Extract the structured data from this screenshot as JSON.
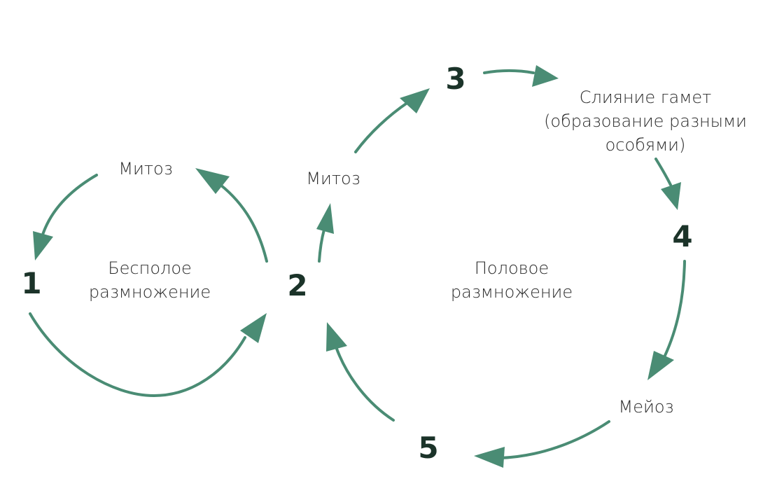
{
  "colors": {
    "arrow": "#4a8c74",
    "number": "#1b3329",
    "text": "#2a2a2a"
  },
  "nodes": {
    "n1": "1",
    "n2": "2",
    "n3": "3",
    "n4": "4",
    "n5": "5"
  },
  "labels": {
    "mitosis_asexual": "Митоз",
    "asexual_line1": "Бесполое",
    "asexual_line2": "размножение",
    "mitosis_sexual": "Митоз",
    "sexual_line1": "Половое",
    "sexual_line2": "размножение",
    "fusion_line1": "Слияние гамет",
    "fusion_line2": "(образование разными",
    "fusion_line3": "особями)",
    "meiosis": "Мейоз"
  }
}
